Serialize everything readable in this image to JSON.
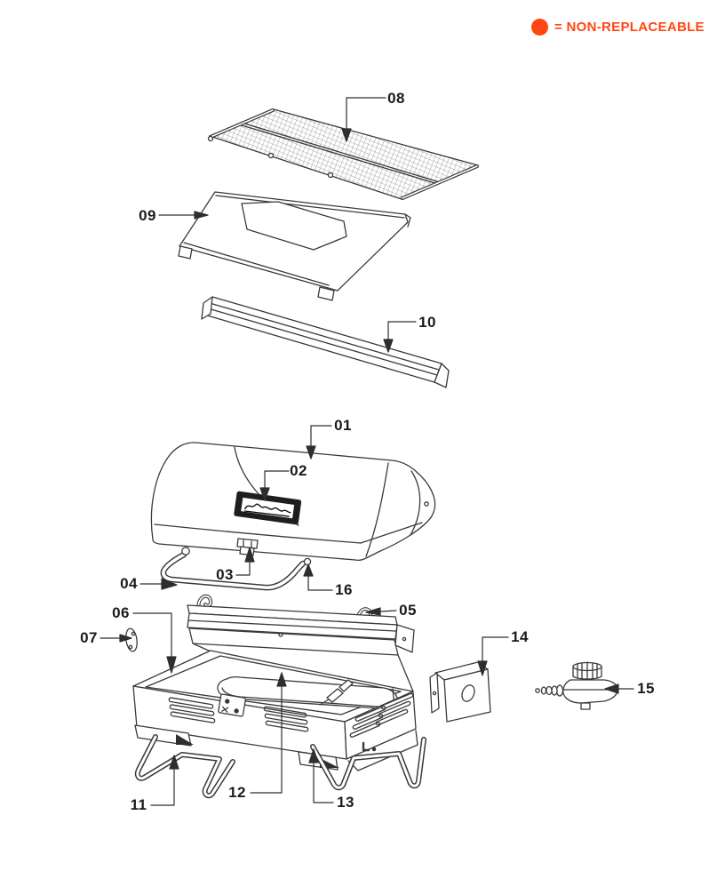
{
  "legend": {
    "text": "= NON-REPLACEABLE",
    "dot_color": "#ff4613",
    "text_color": "#ff4613"
  },
  "parts": {
    "p01": {
      "label": "01"
    },
    "p02": {
      "label": "02"
    },
    "p03": {
      "label": "03"
    },
    "p04": {
      "label": "04"
    },
    "p05": {
      "label": "05"
    },
    "p06": {
      "label": "06"
    },
    "p07": {
      "label": "07"
    },
    "p08": {
      "label": "08"
    },
    "p09": {
      "label": "09"
    },
    "p10": {
      "label": "10"
    },
    "p11": {
      "label": "11"
    },
    "p12": {
      "label": "12"
    },
    "p13": {
      "label": "13"
    },
    "p14": {
      "label": "14"
    },
    "p15": {
      "label": "15"
    },
    "p16": {
      "label": "16"
    }
  }
}
